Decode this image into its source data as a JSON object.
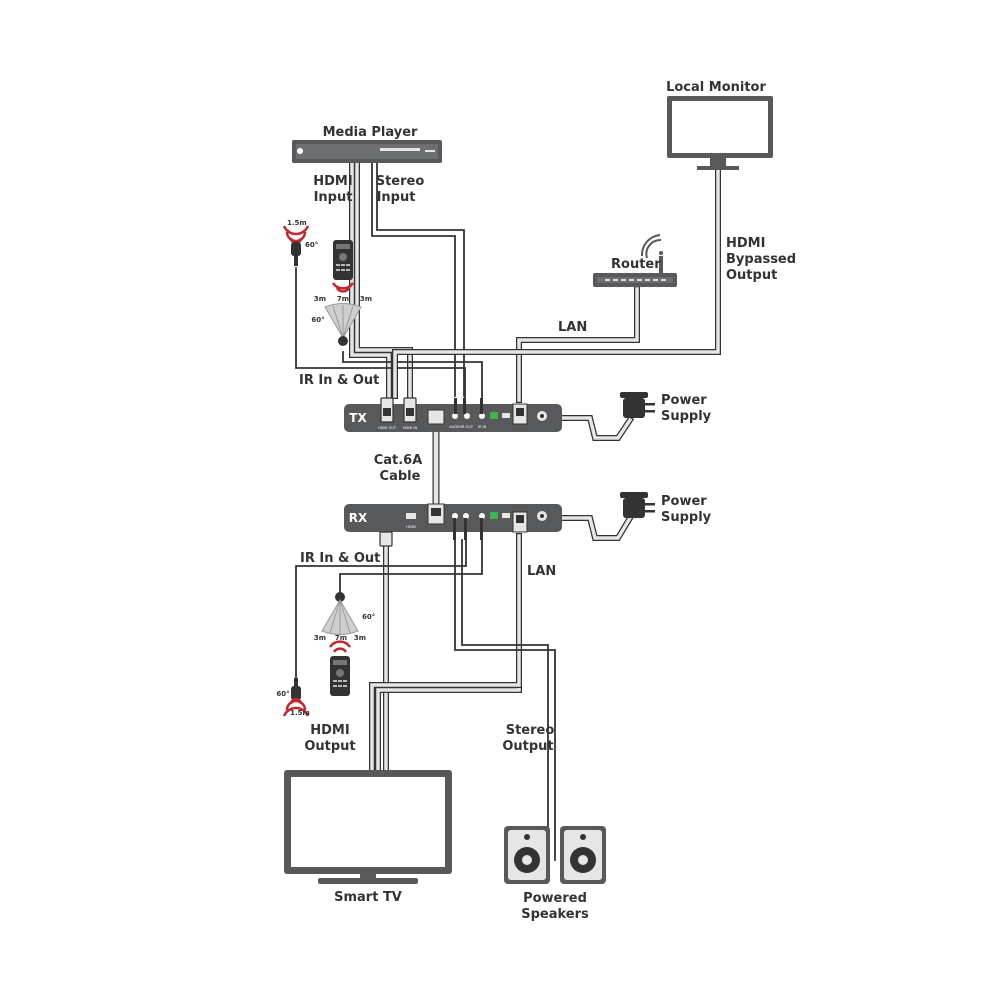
{
  "colors": {
    "device": "#58595b",
    "line": "#333333",
    "cable_fill": "#e6e6e6",
    "ir_red": "#c1272d",
    "cone": "#cfcfcf"
  },
  "labels": {
    "media_player": "Media Player",
    "hdmi_input": [
      "HDMI",
      "Input"
    ],
    "stereo_input": [
      "Stereo",
      "Input"
    ],
    "local_monitor": "Local Monitor",
    "router": "Router",
    "hdmi_bypassed": [
      "HDMI",
      "Bypassed",
      "Output"
    ],
    "lan_top": "LAN",
    "ir_in_out_top": "IR In & Out",
    "tx": "TX",
    "power_supply_top": [
      "Power",
      "Supply"
    ],
    "cat6a": [
      "Cat.6A",
      "Cable"
    ],
    "rx": "RX",
    "power_supply_bottom": [
      "Power",
      "Supply"
    ],
    "ir_in_out_bottom": "IR In & Out",
    "lan_bottom": "LAN",
    "hdmi_output": [
      "HDMI",
      "Output"
    ],
    "stereo_output": [
      "Stereo",
      "Output"
    ],
    "smart_tv": "Smart TV",
    "powered_speakers": [
      "Powered",
      "Speakers"
    ]
  },
  "ir_top": {
    "range_1": "1.5m",
    "angle_1": "60°",
    "dist_left": "3m",
    "dist_mid": "7m",
    "dist_right": "3m",
    "angle_2": "60°"
  },
  "ir_bottom": {
    "angle_1": "60°",
    "dist_left": "3m",
    "dist_mid": "7m",
    "dist_right": "3m",
    "angle_2": "60°",
    "range_2": "1.5m"
  },
  "icons": {
    "media_player": "media-player-icon",
    "monitor": "monitor-icon",
    "router": "router-icon",
    "tx": "transmitter-icon",
    "rx": "receiver-icon",
    "power": "power-adapter-icon",
    "tv": "tv-icon",
    "speakers": "speaker-icon",
    "remote": "remote-control-icon",
    "ir_sensor": "ir-sensor-icon",
    "ir_blaster": "ir-blaster-icon"
  }
}
